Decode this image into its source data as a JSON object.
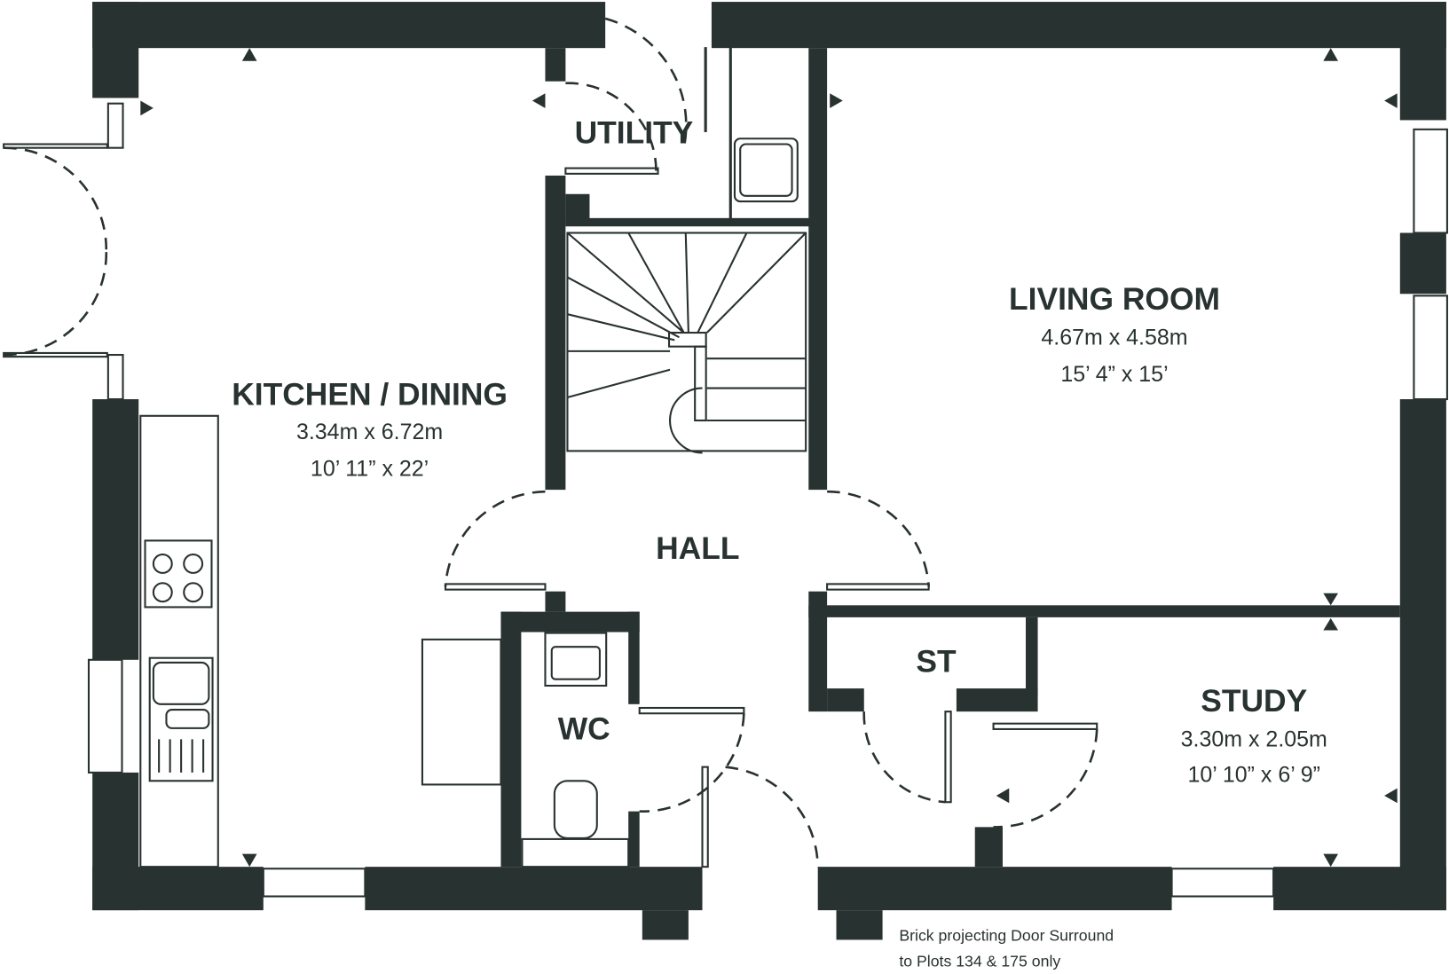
{
  "colors": {
    "wall": "#283230",
    "background": "#ffffff"
  },
  "rooms": {
    "kitchen": {
      "name": "KITCHEN / DINING",
      "metric": "3.34m x 6.72m",
      "imperial": "10’ 11” x 22’"
    },
    "living": {
      "name": "LIVING ROOM",
      "metric": "4.67m x 4.58m",
      "imperial": "15’ 4” x 15’"
    },
    "study": {
      "name": "STUDY",
      "metric": "3.30m x 2.05m",
      "imperial": "10’ 10” x 6’ 9”"
    },
    "utility": {
      "name": "UTILITY"
    },
    "hall": {
      "name": "HALL"
    },
    "wc": {
      "name": "WC"
    },
    "store": {
      "name": "ST"
    }
  },
  "note": {
    "line1": "Brick projecting Door Surround",
    "line2": "to Plots 134 & 175 only"
  }
}
